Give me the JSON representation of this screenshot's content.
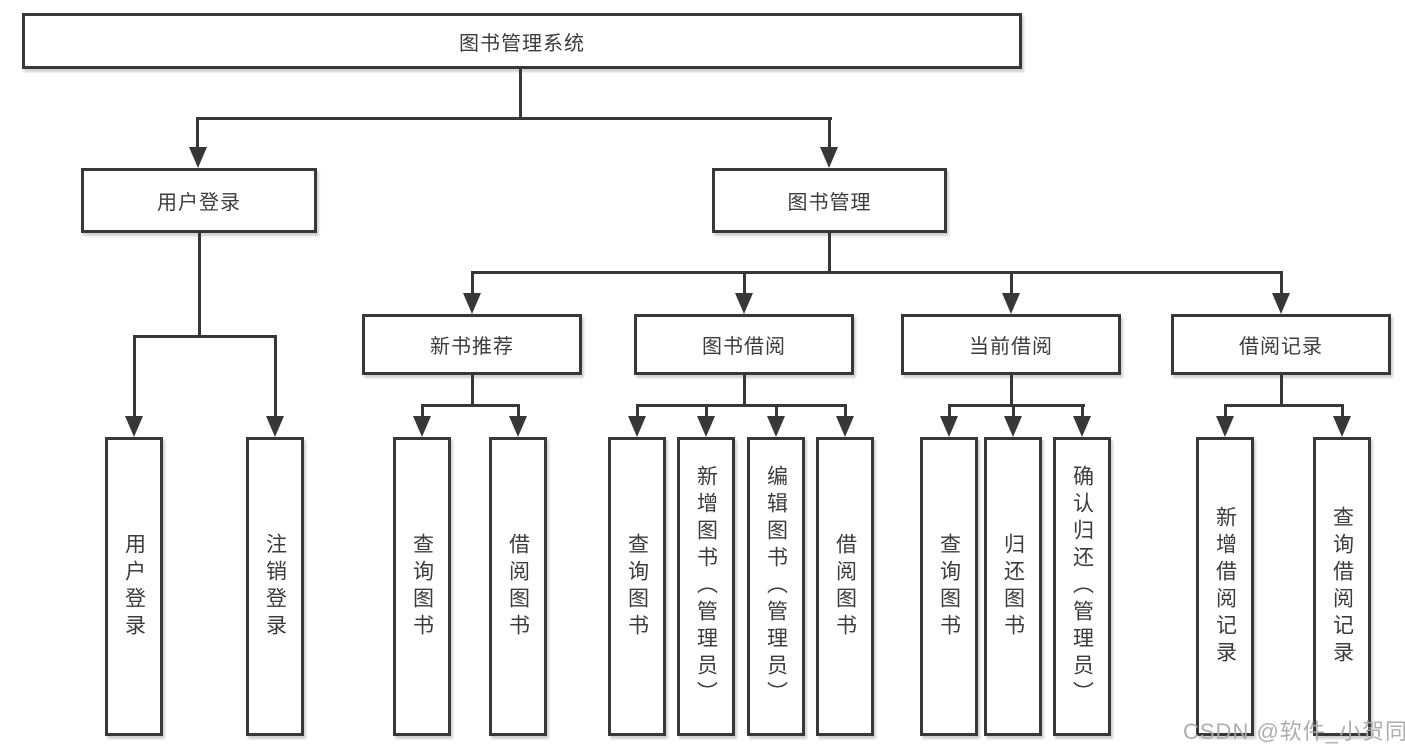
{
  "nodes": {
    "root": "图书管理系统",
    "user_login": "用户登录",
    "book_mgmt": "图书管理",
    "new_book_rec": "新书推荐",
    "book_borrowing": "图书借阅",
    "current_borrowing": "当前借阅",
    "borrow_records": "借阅记录",
    "ul_leaves": [
      "用户登录",
      "注销登录"
    ],
    "nbr_leaves": [
      "查询图书",
      "借阅图书"
    ],
    "bb_leaves": [
      "查询图书",
      "新增图书（管理员）",
      "编辑图书（管理员）",
      "借阅图书"
    ],
    "cb_leaves": [
      "查询图书",
      "归还图书",
      "确认归还（管理员）"
    ],
    "br_leaves": [
      "新增借阅记录",
      "查询借阅记录"
    ]
  },
  "watermark": "CSDN @软件_小贺同学",
  "colors": {
    "line": "#373737",
    "border": "#383838",
    "text": "#3c3c3c",
    "background": "#ffffff",
    "watermark": "#aaaaaa"
  }
}
